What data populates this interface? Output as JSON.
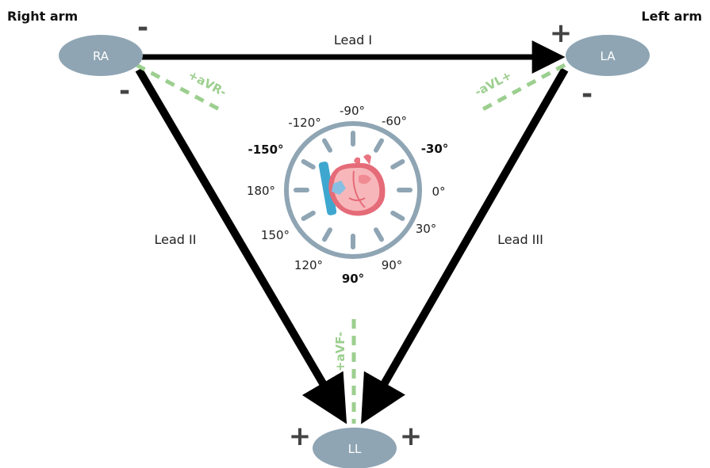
{
  "labels": {
    "right_arm": "Right arm",
    "left_arm": "Left arm",
    "ra": "RA",
    "la": "LA",
    "ll": "LL",
    "lead1": "Lead I",
    "lead2": "Lead II",
    "lead3": "Lead III",
    "avr": "+aVR-",
    "avl": "-aVL+",
    "avf": "+aVF-"
  },
  "polarity": {
    "ra_top": "-",
    "ra_bottom": "-",
    "la_top": "+",
    "la_bottom": "-",
    "ll_left": "+",
    "ll_right": "+"
  },
  "degrees": {
    "m90": "-90°",
    "m60": "-60°",
    "m120": "-120°",
    "m150": "-150°",
    "m30": "-30°",
    "d180": "180°",
    "d0": "0°",
    "d150": "150°",
    "d30": "30°",
    "d120": "120°",
    "d90": "90°",
    "d90_bold": "90°"
  },
  "colors": {
    "node_fill": "#8fa5b4",
    "arrow": "#000000",
    "augmented_lead": "#9ccf8f",
    "dial": "#8fa5b4",
    "heart": "#e9737f",
    "vessel": "#3ea7cf"
  },
  "icons": {
    "heart": "anatomical-heart-icon"
  }
}
